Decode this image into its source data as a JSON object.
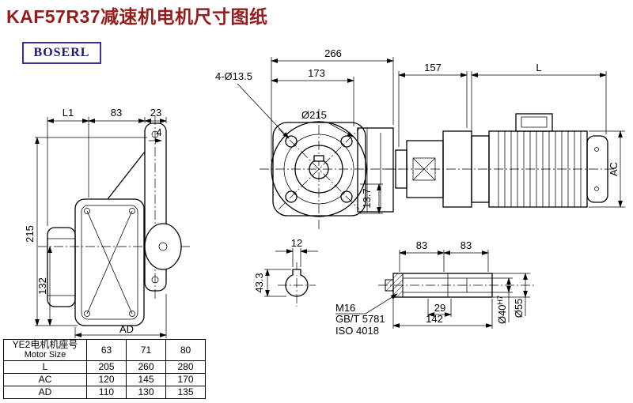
{
  "title": "KAF57R37减速机电机尺寸图纸",
  "logo": "BOSERL",
  "front_view": {
    "overall_width": "266",
    "flange_offset": "173",
    "bolt_holes": "4-Ø13.5",
    "flange_dia": "Ø215"
  },
  "side_view": {
    "l1": "L1",
    "top_83": "83",
    "top_23": "23",
    "plate_4": "4",
    "height_215": "215",
    "center_height_132": "132",
    "ad": "AD"
  },
  "motor_view": {
    "len_157": "157",
    "len_l": "L",
    "ac": "AC",
    "dim_13_7": "13.7"
  },
  "shaft_section": {
    "key_width_12": "12",
    "depth_43_3": "43.3"
  },
  "shaft_detail": {
    "left_83": "83",
    "right_83": "83",
    "thread": "M16",
    "std_gb": "GB/T 5781",
    "std_iso": "ISO 4018",
    "len_29": "29",
    "len_142": "142",
    "bore_dia": "Ø40",
    "bore_tol": "H7",
    "od_55": "Ø55"
  },
  "table": {
    "header_cn": "YE2电机机座号",
    "header_en": "Motor Size",
    "sizes": [
      "63",
      "71",
      "80"
    ],
    "rows": [
      {
        "name": "L",
        "values": [
          "205",
          "260",
          "280"
        ]
      },
      {
        "name": "AC",
        "values": [
          "120",
          "145",
          "170"
        ]
      },
      {
        "name": "AD",
        "values": [
          "110",
          "130",
          "135"
        ]
      }
    ]
  }
}
